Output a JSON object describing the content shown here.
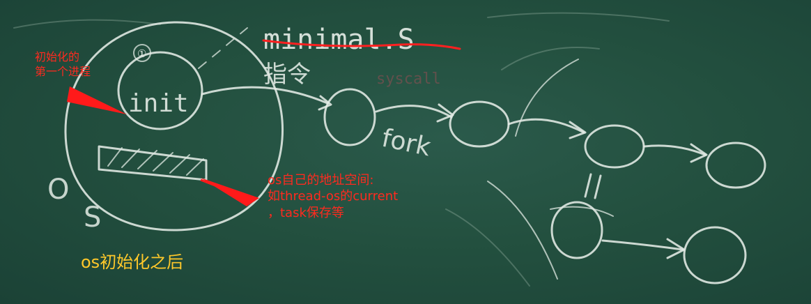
{
  "board": {
    "chalk_text": {
      "circle_label": "①",
      "init_label": "init",
      "file_label": "minimal.S",
      "instruction_label": "指令",
      "syscall_label": "syscall",
      "fork_label": "fork",
      "os_label_g": "O",
      "os_label_s": "S",
      "equals_mark": "//"
    }
  },
  "annotations": {
    "first_process": [
      "初始化的",
      "第一个进程"
    ],
    "os_address_space": [
      "os自己的地址空间:",
      "如thread-os的current",
      "，task保存等"
    ],
    "caption": "os初始化之后"
  },
  "colors": {
    "board": "#23503f",
    "chalk": "#e4ece6",
    "annotation_red": "#ff2a1f",
    "caption_yellow": "#ffc82a"
  }
}
